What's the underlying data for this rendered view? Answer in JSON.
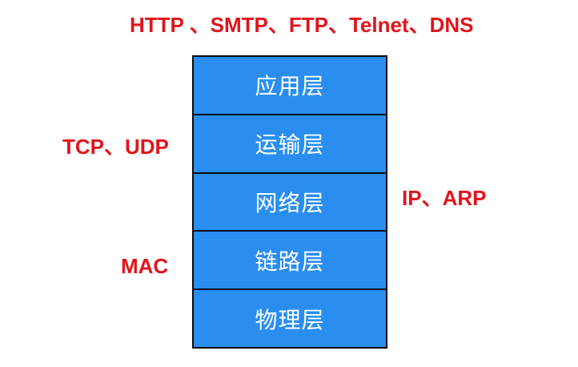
{
  "layers": [
    {
      "label": "应用层"
    },
    {
      "label": "运输层"
    },
    {
      "label": "网络层"
    },
    {
      "label": "链路层"
    },
    {
      "label": "物理层"
    }
  ],
  "protocols": {
    "application": "HTTP 、SMTP、FTP、Telnet、DNS",
    "transport": "TCP、UDP",
    "network": "IP、ARP",
    "link": "MAC"
  },
  "colors": {
    "layer_fill": "#2a8ef0",
    "layer_text": "#ffffff",
    "border": "#0a0a0a",
    "protocol_text": "#e1141b",
    "background": "#ffffff"
  }
}
